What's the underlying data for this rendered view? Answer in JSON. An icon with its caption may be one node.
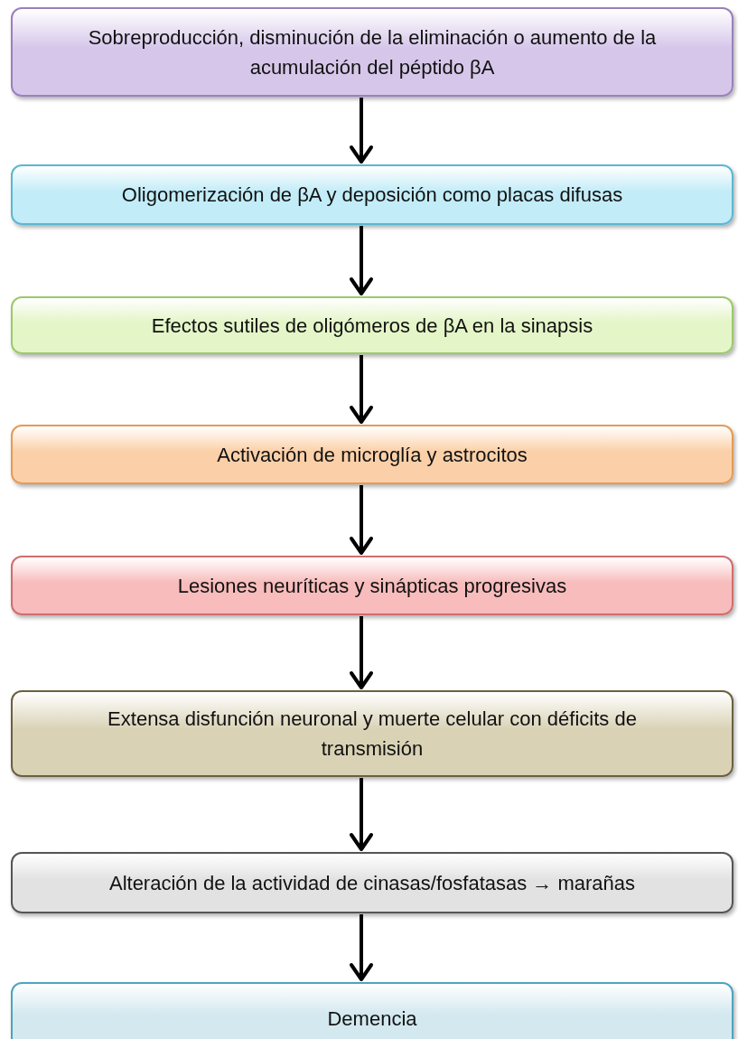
{
  "diagram": {
    "nodes": [
      {
        "text": [
          "Sobreproducción, disminución de la eliminación o aumento de la acumulación del péptido βA"
        ]
      },
      {
        "text": [
          "Oligomerización de βA y deposición como placas difusas"
        ]
      },
      {
        "text": [
          "Efectos sutiles de oligómeros de βA en la sinapsis"
        ]
      },
      {
        "text": [
          "Activación de microglía y astrocitos"
        ]
      },
      {
        "text": [
          "Lesiones neuríticas y sinápticas progresivas"
        ]
      },
      {
        "text": [
          "Extensa disfunción neuronal y muerte celular con déficits de transmisión"
        ]
      },
      {
        "text": [
          "Alteración de la actividad de cinasas/fosfatasas → marañas"
        ]
      },
      {
        "text": [
          "Demencia"
        ]
      }
    ],
    "edges": [
      {
        "from": 0,
        "to": 1,
        "arrow": "to"
      },
      {
        "from": 1,
        "to": 2,
        "arrow": "to"
      },
      {
        "from": 2,
        "to": 3,
        "arrow": "to"
      },
      {
        "from": 3,
        "to": 4,
        "arrow": "to"
      },
      {
        "from": 4,
        "to": 5,
        "arrow": "to"
      },
      {
        "from": 5,
        "to": 6,
        "arrow": "to"
      },
      {
        "from": 6,
        "to": 7,
        "arrow": "to"
      }
    ]
  }
}
